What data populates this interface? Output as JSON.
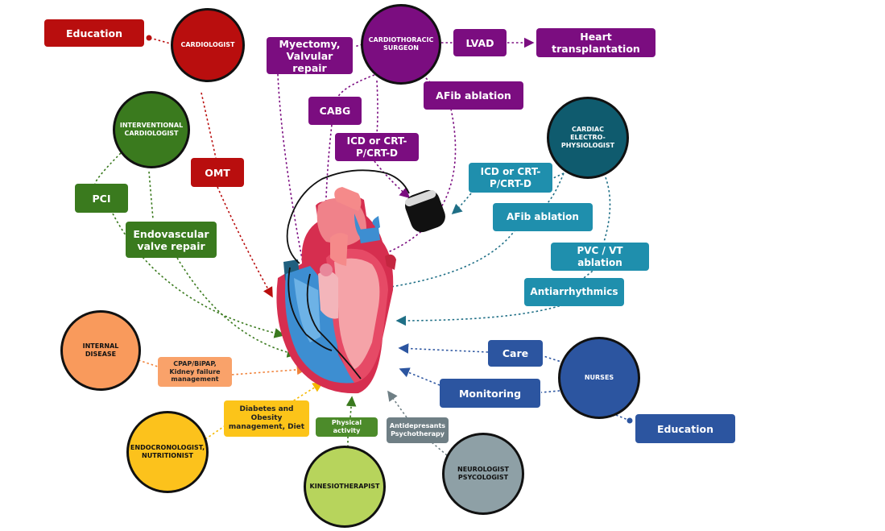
{
  "colors": {
    "cardiologist": "#b90e0e",
    "interventional": "#3a7a1e",
    "surgeon": "#7b0d80",
    "electrophysiologist": "#0f5b6e",
    "ep_box": "#1f8fad",
    "nurses": "#2c55a0",
    "internal": "#f99a5c",
    "endocrine": "#fcc21c",
    "kinesio": "#b7d45c",
    "neuro": "#8ea0a6",
    "diet_box": "#fcc419",
    "cpap_box": "#f9a26a",
    "physical_box": "#4c8b2a",
    "psych_box": "#6f7f85"
  },
  "specialists": {
    "cardiologist": "CARDIOLOGIST",
    "interventional_cardiologist": "INTERVENTIONAL CARDIOLOGIST",
    "cardiothoracic_surgeon": "CARDIOTHORACIC SURGEON",
    "electrophysiologist": "CARDIAC ELECTRO-PHYSIOLOGIST",
    "internal_disease": "INTERNAL DISEASE",
    "endocrinologist": "ENDOCRONOLOGIST, NUTRITIONIST",
    "kinesiotherapist": "KINESIOTHERAPIST",
    "neurologist": "NEUROLOGIST PSYCOLOGIST",
    "nurses": "NURSES"
  },
  "interventions": {
    "education_left": "Education",
    "omt": "OMT",
    "pci": "PCI",
    "endovascular": "Endovascular valve repair",
    "myectomy": "Myectomy, Valvular repair",
    "lvad": "LVAD",
    "heart_transplant": "Heart transplantation",
    "cabg": "CABG",
    "afib_surgery": "AFib ablation",
    "icd_surgery": "ICD or CRT-P/CRT-D",
    "icd_ep": "ICD or CRT-P/CRT-D",
    "afib_ep": "AFib ablation",
    "pvc_vt": "PVC / VT ablation",
    "antiarrhythmics": "Antiarrhythmics",
    "care": "Care",
    "monitoring": "Monitoring",
    "education_right": "Education",
    "cpap": "CPAP/BiPAP, Kidney failure management",
    "diabetes": "Diabetes and Obesity management, Diet",
    "physical_activity": "Physical activity",
    "antidepressants": "Antidepresants Psychotherapy"
  }
}
